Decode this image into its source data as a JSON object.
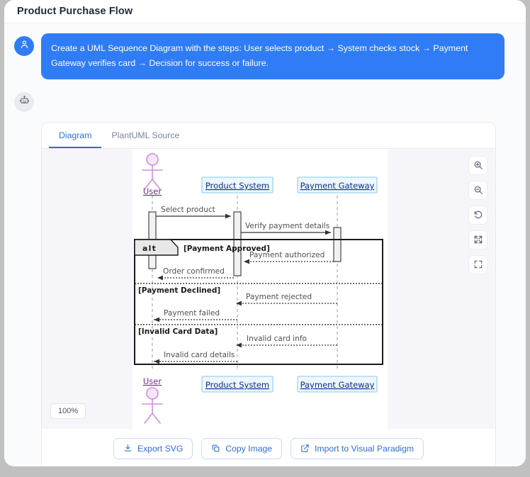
{
  "window": {
    "title": "Product Purchase Flow"
  },
  "conversation": {
    "user_avatar_icon": "user-icon",
    "bot_avatar_icon": "robot-icon",
    "user_message": "Create a UML Sequence Diagram with the steps: User selects product → System checks stock → Payment Gateway verifies card → Decision for success or failure."
  },
  "result": {
    "tabs": [
      {
        "label": "Diagram",
        "active": true
      },
      {
        "label": "PlantUML Source",
        "active": false
      }
    ],
    "zoom_level": "100%",
    "zoom_tools": [
      {
        "name": "zoom-in-icon",
        "title": "Zoom in"
      },
      {
        "name": "zoom-out-icon",
        "title": "Zoom out"
      },
      {
        "name": "reset-zoom-icon",
        "title": "Reset"
      },
      {
        "name": "fit-screen-icon",
        "title": "Fit to screen"
      },
      {
        "name": "fullscreen-icon",
        "title": "Fullscreen"
      }
    ],
    "actions": [
      {
        "label": "Export SVG",
        "icon": "download-icon"
      },
      {
        "label": "Copy Image",
        "icon": "copy-icon"
      },
      {
        "label": "Import to Visual Paradigm",
        "icon": "external-link-icon"
      }
    ]
  },
  "diagram": {
    "type": "uml-sequence-diagram",
    "participants": [
      {
        "id": "user",
        "name": "User",
        "shape": "actor"
      },
      {
        "id": "product_system",
        "name": "Product System",
        "shape": "box"
      },
      {
        "id": "payment_gateway",
        "name": "Payment Gateway",
        "shape": "box"
      }
    ],
    "messages": [
      {
        "from": "user",
        "to": "product_system",
        "label": "Select product",
        "style": "solid"
      },
      {
        "from": "product_system",
        "to": "payment_gateway",
        "label": "Verify payment details",
        "style": "solid"
      }
    ],
    "fragment": {
      "operator": "alt",
      "branches": [
        {
          "guard": "[Payment Approved]",
          "messages": [
            {
              "from": "payment_gateway",
              "to": "product_system",
              "label": "Payment authorized",
              "style": "dotted"
            },
            {
              "from": "product_system",
              "to": "user",
              "label": "Order confirmed",
              "style": "dotted"
            }
          ]
        },
        {
          "guard": "[Payment Declined]",
          "messages": [
            {
              "from": "payment_gateway",
              "to": "product_system",
              "label": "Payment rejected",
              "style": "dotted"
            },
            {
              "from": "product_system",
              "to": "user",
              "label": "Payment failed",
              "style": "dotted"
            }
          ]
        },
        {
          "guard": "[Invalid Card Data]",
          "messages": [
            {
              "from": "payment_gateway",
              "to": "product_system",
              "label": "Invalid card info",
              "style": "dotted"
            },
            {
              "from": "product_system",
              "to": "user",
              "label": "Invalid card details",
              "style": "dotted"
            }
          ]
        }
      ]
    },
    "colors": {
      "participant_fill": "#eef7fc",
      "participant_stroke": "#9fd3ef",
      "participant_text": "#0d2c9a",
      "actor_stroke": "#cf8fd6",
      "actor_head_fill": "#f6e6f7",
      "actor_text": "#7a2b92",
      "message_text": "#4f4f4f",
      "frame_stroke": "#1a1a1a"
    }
  }
}
